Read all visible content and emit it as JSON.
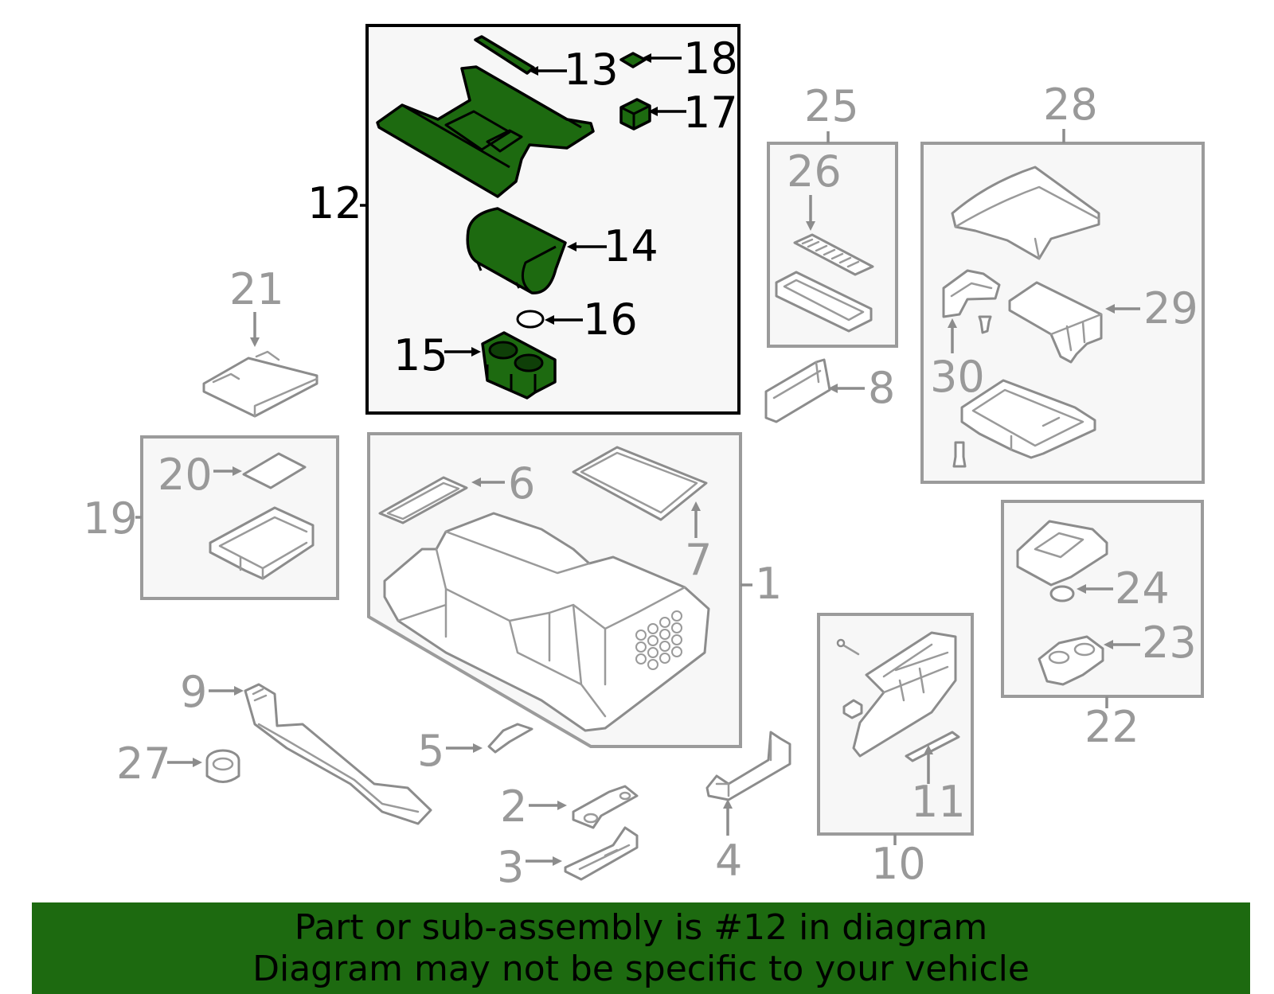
{
  "banner": {
    "line1": "Part or sub-assembly is #12 in diagram",
    "line2": "Diagram may not be specific to your vehicle"
  },
  "highlight": {
    "part_number": "12",
    "color": "#1d6a10"
  },
  "callouts": {
    "c1": "1",
    "c2": "2",
    "c3": "3",
    "c4": "4",
    "c5": "5",
    "c6": "6",
    "c7": "7",
    "c8": "8",
    "c9": "9",
    "c10": "10",
    "c11": "11",
    "c12": "12",
    "c13": "13",
    "c14": "14",
    "c15": "15",
    "c16": "16",
    "c17": "17",
    "c18": "18",
    "c19": "19",
    "c20": "20",
    "c21": "21",
    "c22": "22",
    "c23": "23",
    "c24": "24",
    "c25": "25",
    "c26": "26",
    "c27": "27",
    "c28": "28",
    "c29": "29",
    "c30": "30"
  }
}
